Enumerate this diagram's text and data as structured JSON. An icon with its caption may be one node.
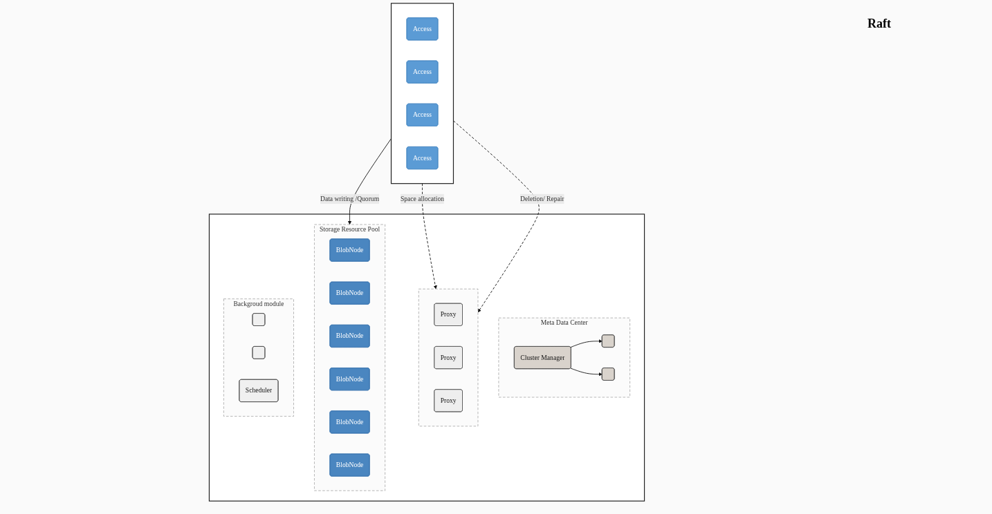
{
  "diagram": {
    "nodes": [
      {
        "text": [],
        "shape": "box"
      },
      {
        "text": [
          "Access"
        ],
        "in": 0
      },
      {
        "text": [
          "Access"
        ],
        "in": 0
      },
      {
        "text": [
          "Access"
        ],
        "in": 0
      },
      {
        "text": [
          "Access"
        ],
        "in": 0
      },
      {
        "text": [],
        "shape": "box"
      },
      {
        "text": [
          "Meta Data Center"
        ],
        "in": 5
      },
      {
        "text": [],
        "shape": "box",
        "in": 6
      },
      {
        "text": [],
        "shape": "box",
        "in": 6
      },
      {
        "text": [
          "Cluster Manager"
        ],
        "in": 6
      },
      {
        "text": [],
        "shape": "box",
        "in": 5
      },
      {
        "text": [
          "Proxy"
        ],
        "in": 10
      },
      {
        "text": [
          "Proxy"
        ],
        "in": 10
      },
      {
        "text": [
          "Proxy"
        ],
        "in": 10
      },
      {
        "text": [
          "Storage Resource Pool"
        ],
        "in": 5
      },
      {
        "text": [
          "BlobNode"
        ],
        "in": 14
      },
      {
        "text": [
          "BlobNode"
        ],
        "in": 14
      },
      {
        "text": [
          "BlobNode"
        ],
        "in": 14
      },
      {
        "text": [
          "BlobNode"
        ],
        "in": 14
      },
      {
        "text": [
          "BlobNode"
        ],
        "in": 14
      },
      {
        "text": [
          "BlobNode"
        ],
        "in": 14
      },
      {
        "text": [
          "Backgroud module"
        ],
        "in": 5
      },
      {
        "text": [],
        "shape": "box",
        "in": 21
      },
      {
        "text": [],
        "shape": "box",
        "in": 21
      },
      {
        "text": [
          "Scheduler"
        ],
        "in": 21
      }
    ],
    "edges": [
      {
        "from": 0,
        "to": 10,
        "arrow": "to",
        "label": "Space allocation",
        "style": "dashed"
      },
      {
        "from": 0,
        "to": 10,
        "arrow": "to",
        "label": "Deletion/ Repair",
        "style": "dashed"
      },
      {
        "from": 0,
        "to": 14,
        "arrow": "to",
        "label": "Data writing /Quorum"
      },
      {
        "from": 9,
        "to": 7,
        "arrow": "to"
      },
      {
        "from": 9,
        "to": 8,
        "arrow": "to"
      }
    ],
    "labels": [
      "Raft"
    ]
  }
}
